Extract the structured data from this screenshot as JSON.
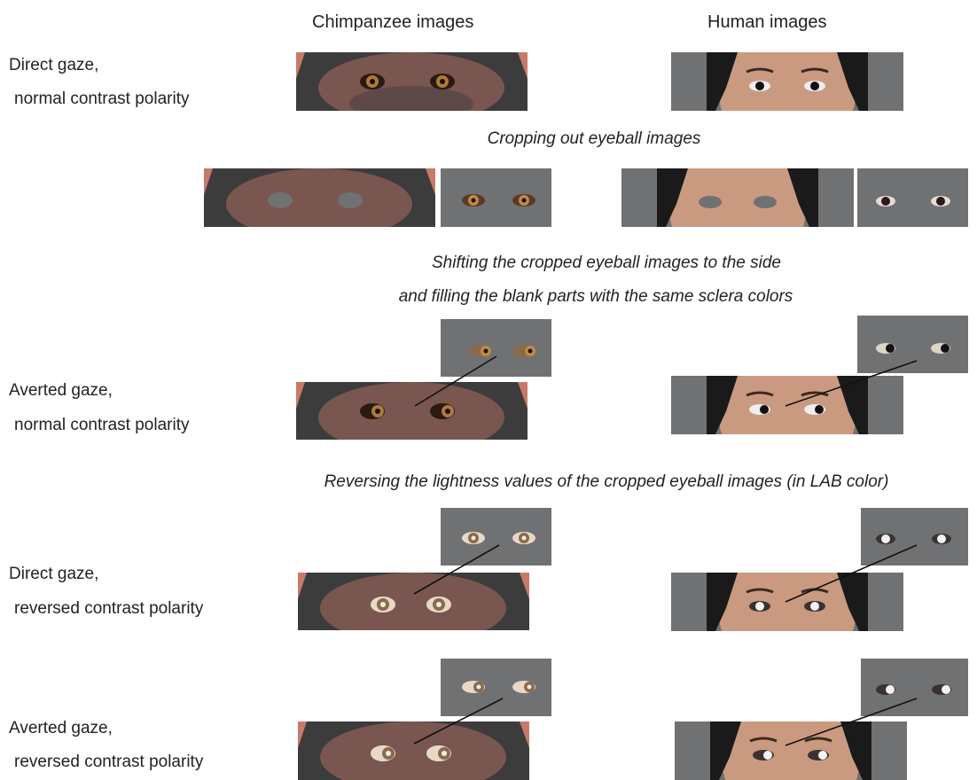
{
  "headers": {
    "chimpanzee": "Chimpanzee images",
    "human": "Human images"
  },
  "rows": [
    {
      "line1": "Direct gaze,",
      "line2": "normal contrast polarity"
    },
    {
      "line1": "Averted gaze,",
      "line2": "normal contrast polarity"
    },
    {
      "line1": "Direct gaze,",
      "line2": "reversed contrast polarity"
    },
    {
      "line1": "Averted gaze,",
      "line2": "reversed contrast polarity"
    }
  ],
  "steps": {
    "crop": "Cropping out eyeball images",
    "shift_line1": "Shifting the cropped eyeball images to the side",
    "shift_line2": "and filling the blank parts with the same sclera colors",
    "reverse": "Reversing the lightness values of the cropped eyeball images (in LAB color)"
  },
  "colors": {
    "background_gray": "#707173",
    "chimp_fur": "#3a3a3a",
    "chimp_skin": "#8a5e55",
    "chimp_iris": "#b07a3a",
    "human_hair": "#1a1a1a",
    "human_skin": "#c99a80",
    "connector": "#111111"
  }
}
